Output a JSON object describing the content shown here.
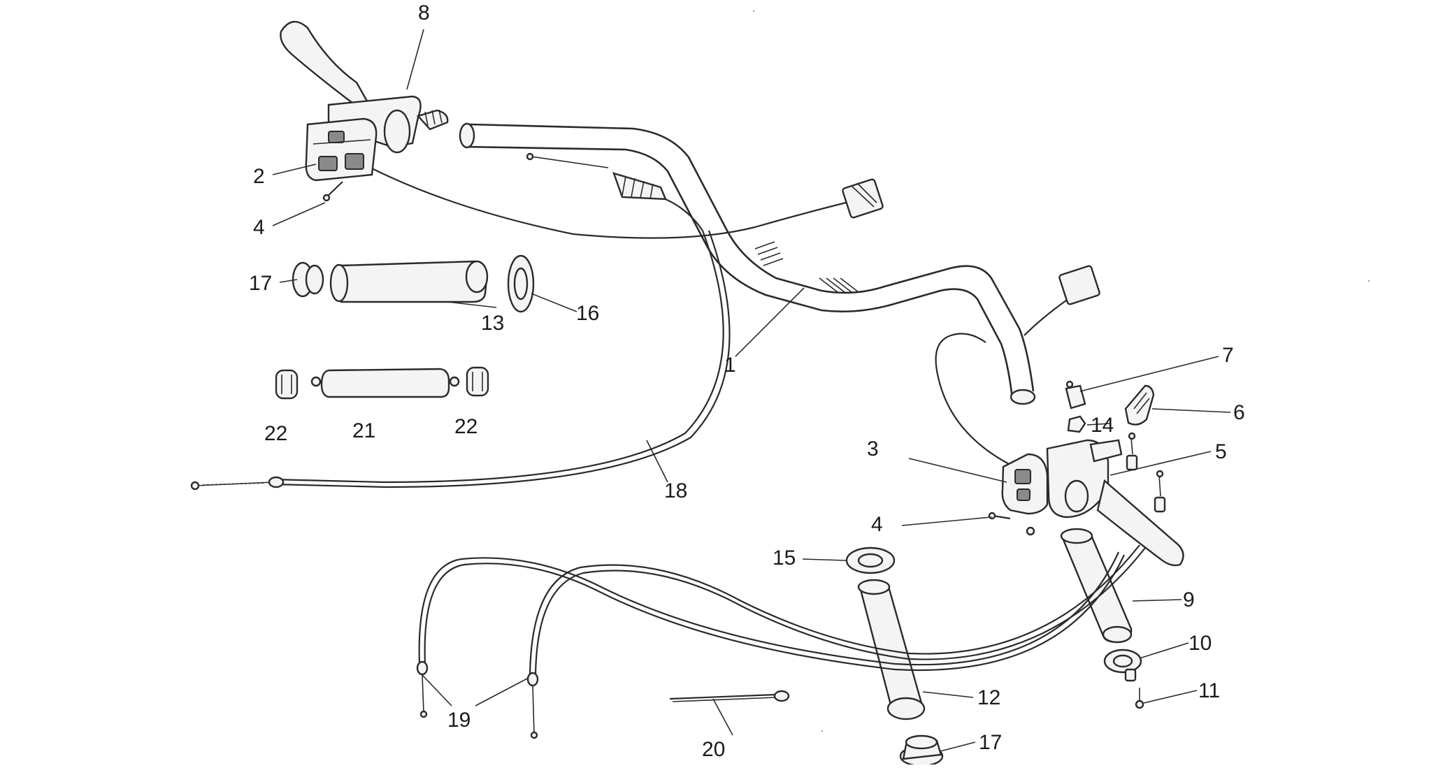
{
  "diagram": {
    "callouts": [
      {
        "id": "c8",
        "text": "8"
      },
      {
        "id": "c2",
        "text": "2"
      },
      {
        "id": "c4a",
        "text": "4"
      },
      {
        "id": "c17a",
        "text": "17"
      },
      {
        "id": "c13",
        "text": "13"
      },
      {
        "id": "c16",
        "text": "16"
      },
      {
        "id": "c1",
        "text": "1"
      },
      {
        "id": "c22a",
        "text": "22"
      },
      {
        "id": "c21",
        "text": "21"
      },
      {
        "id": "c22b",
        "text": "22"
      },
      {
        "id": "c18",
        "text": "18"
      },
      {
        "id": "c7",
        "text": "7"
      },
      {
        "id": "c6",
        "text": "6"
      },
      {
        "id": "c14",
        "text": "14"
      },
      {
        "id": "c3",
        "text": "3"
      },
      {
        "id": "c5",
        "text": "5"
      },
      {
        "id": "c4b",
        "text": "4"
      },
      {
        "id": "c15",
        "text": "15"
      },
      {
        "id": "c9",
        "text": "9"
      },
      {
        "id": "c10",
        "text": "10"
      },
      {
        "id": "c11",
        "text": "11"
      },
      {
        "id": "c12",
        "text": "12"
      },
      {
        "id": "c19",
        "text": "19"
      },
      {
        "id": "c20",
        "text": "20"
      },
      {
        "id": "c17b",
        "text": "17"
      }
    ]
  }
}
